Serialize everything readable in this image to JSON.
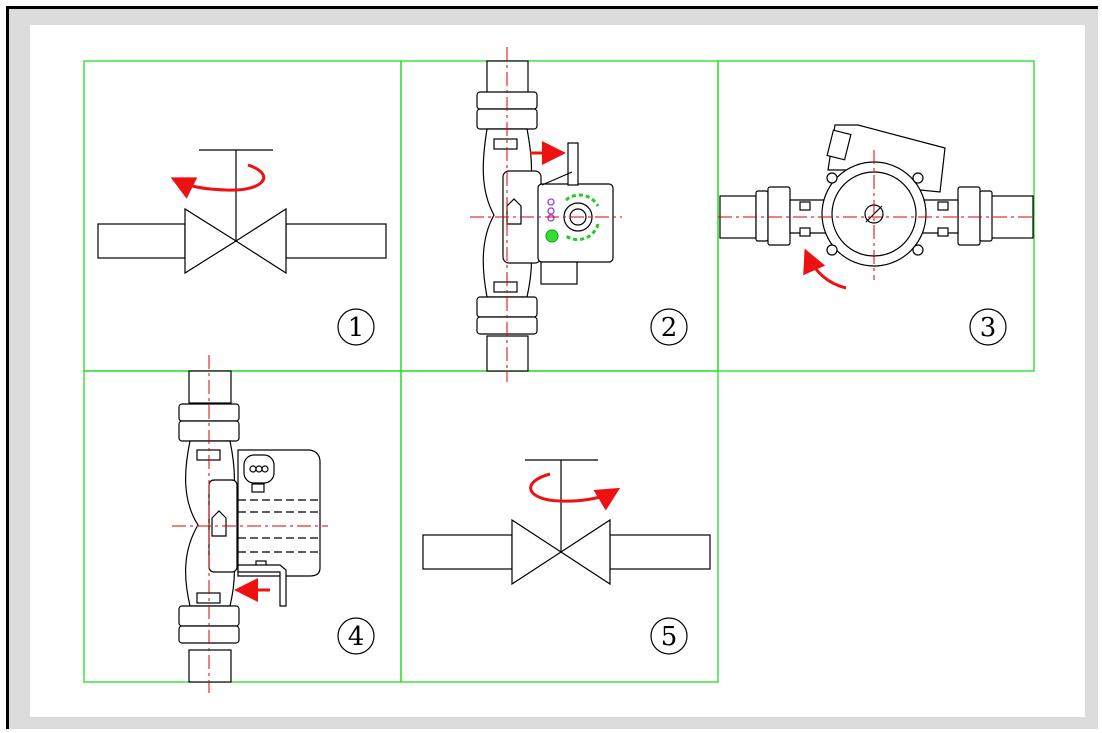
{
  "panels": [
    {
      "id": "1",
      "label": "1",
      "content": "valve-closing"
    },
    {
      "id": "2",
      "label": "2",
      "content": "pump-front-view"
    },
    {
      "id": "3",
      "label": "3",
      "content": "pump-top-view"
    },
    {
      "id": "4",
      "label": "4",
      "content": "pump-side-view"
    },
    {
      "id": "5",
      "label": "5",
      "content": "valve-opening"
    }
  ],
  "colors": {
    "grid": "#22dd22",
    "arrow": "#ee1111",
    "centerline": "#dd0000",
    "line": "#000000",
    "background": "#dcdcdc",
    "sheet": "#ffffff"
  }
}
